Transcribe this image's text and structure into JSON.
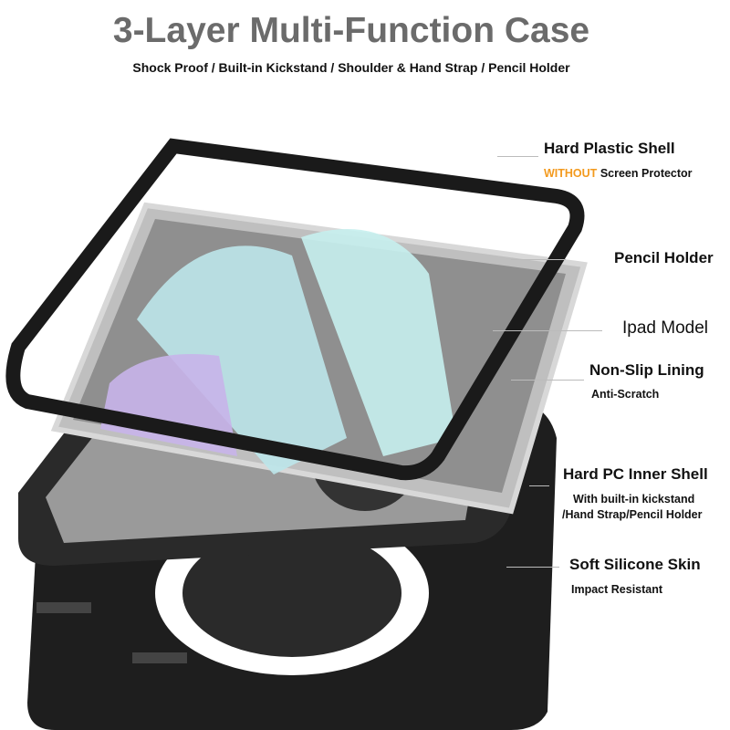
{
  "header": {
    "title": "3-Layer Multi-Function Case",
    "subtitle": "Shock Proof / Built-in Kickstand / Shoulder & Hand Strap / Pencil Holder"
  },
  "labels": {
    "hard_plastic_shell": "Hard Plastic Shell",
    "without": "WITHOUT",
    "screen_protector": "Screen Protector",
    "pencil_holder": "Pencil Holder",
    "ipad_model": "Ipad Model",
    "non_slip_lining": "Non-Slip Lining",
    "anti_scratch": "Anti-Scratch",
    "hard_pc_inner_shell": "Hard PC Inner Shell",
    "with_kickstand": "With built-in kickstand",
    "hand_strap": "/Hand Strap/Pencil Holder",
    "soft_silicone_skin": "Soft Silicone Skin",
    "impact_resistant": "Impact Resistant"
  },
  "colors": {
    "accent": "#f39a1e",
    "title": "#6b6b6b",
    "case": "#1e1e1e"
  }
}
